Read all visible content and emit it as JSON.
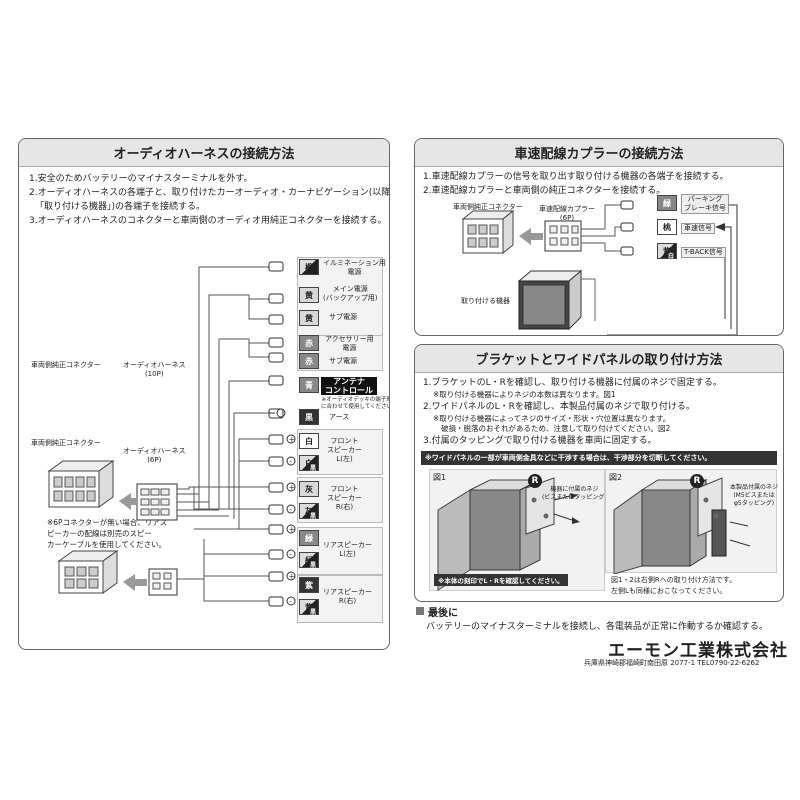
{
  "audio": {
    "title": "オーディオハーネスの接続方法",
    "steps": [
      "1.安全のためバッテリーのマイナスターミナルを外す。",
      "2.オーディオハーネスの各端子と、取り付けたカーオーディオ・カーナビゲーション(以降",
      "「取り付ける機器」)の各端子を接続する。",
      "3.オーディオハーネスのコネクターと車両側のオーディオ用純正コネクターを接続する。"
    ],
    "vehicle_connector_label_1": "車両側純正コネクター",
    "harness_label_1": "オーディオハーネス\n(10P)",
    "vehicle_connector_label_2": "車両側純正コネクター",
    "harness_label_2": "オーディオハーネス\n(6P)",
    "note_6p": "※6Pコネクターが無い場合、リアス\nピーカーの配線は別売のスピー\nカーケーブルを使用してください。",
    "antenna_note": "※オーディオデッキの端子形状\nに合わせて使用してください。",
    "wires": [
      {
        "color": "橙",
        "sub": "白",
        "label": "イルミネーション用\n電源"
      },
      {
        "color": "黄",
        "sub": "",
        "label": "メイン電源\n(バックアップ用)"
      },
      {
        "color": "黄",
        "sub": "",
        "label": "サブ電源"
      },
      {
        "color": "赤",
        "sub": "",
        "label": "アクセサリー用\n電源"
      },
      {
        "color": "赤",
        "sub": "",
        "label": "サブ電源"
      },
      {
        "color": "青",
        "sub": "",
        "label": "アンテナ\nコントロール"
      },
      {
        "color": "黒",
        "sub": "",
        "label": "アース"
      },
      {
        "color": "白",
        "sub": "",
        "label": ""
      },
      {
        "color": "白",
        "sub": "黒",
        "label": "フロント\nスピーカー\nL(左)"
      },
      {
        "color": "灰",
        "sub": "",
        "label": ""
      },
      {
        "color": "灰",
        "sub": "黒",
        "label": "フロント\nスピーカー\nR(右)"
      },
      {
        "color": "緑",
        "sub": "",
        "label": ""
      },
      {
        "color": "緑",
        "sub": "黒",
        "label": "リアスピーカー\nL(左)"
      },
      {
        "color": "紫",
        "sub": "",
        "label": ""
      },
      {
        "color": "紫",
        "sub": "黒",
        "label": "リアスピーカー\nR(右)"
      }
    ]
  },
  "speed": {
    "title": "車速配線カプラーの接続方法",
    "steps": [
      "1.車速配線カプラーの信号を取り出す取り付ける機器の各端子を接続する。",
      "2.車速配線カプラーと車両側の純正コネクターを接続する。"
    ],
    "vehicle_connector": "車両側純正コネクター",
    "coupler": "車速配線カプラー\n(6P)",
    "device": "取り付ける機器",
    "wires": [
      {
        "color": "緑",
        "label": "パーキング\nブレーキ信号"
      },
      {
        "color": "桃",
        "label": "車速信号"
      },
      {
        "color": "紫",
        "sub": "白",
        "label": "T-BACK信号"
      }
    ]
  },
  "bracket": {
    "title": "ブラケットとワイドパネルの取り付け方法",
    "step1": "1.ブラケットのL・Rを確認し、取り付ける機器に付属のネジで固定する。",
    "step1_note": "※取り付ける機器によりネジの本数は異なります。図1",
    "step2": "2.ワイドパネルのL・Rを確認し、本製品付属のネジで取り付ける。",
    "step2_note1": "※取り付ける機器によってネジのサイズ・形状・穴位置は異なります。",
    "step2_note2": "破損・脱落のおそれがあるため、注意して取り付けてください。図2",
    "step3": "3.付属のタッピングで取り付ける機器を車両に固定する。",
    "warning": "※ワイドパネルの一部が車両側金具などに干渉する場合は、干渉部分を切断してください。",
    "fig1_label": "図1",
    "fig2_label": "図2",
    "fig1_screw": "機器に付属のネジ\n(ビスまたはタッピング)",
    "fig2_screw": "本製品付属のネジ\n(M5ビスまたは\nφ5タッピング)",
    "r_mark": "R",
    "fig1_caption": "※本体の刻印でL・Rを確認してください。",
    "fig2_caption_1": "図1・2は右側Rへの取り付け方法です。",
    "fig2_caption_2": "左側Lも同様におこなってください。"
  },
  "last": {
    "title": "最後に",
    "text": "バッテリーのマイナスターミナルを接続し、各電装品が正常に作動するか確認する。"
  },
  "company": {
    "name": "エーモン工業株式会社",
    "address": "兵庫県神崎郡福崎町南田原 2077-1 TEL0790-22-6262"
  }
}
